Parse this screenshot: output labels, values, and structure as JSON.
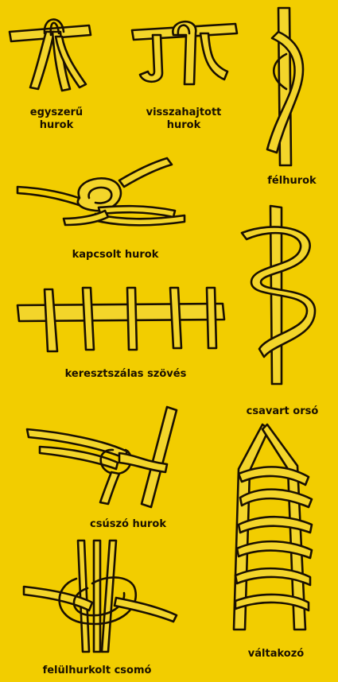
{
  "colors": {
    "background": "#f2cd00",
    "cane": "#f3d52a",
    "ink": "#1a1000"
  },
  "knots": [
    {
      "id": "egyszeru-hurok",
      "label": "egyszerű\nhurok"
    },
    {
      "id": "visszahajtott-hurok",
      "label": "visszahajtott\nhurok"
    },
    {
      "id": "felhurok",
      "label": "félhurok"
    },
    {
      "id": "kapcsolt-hurok",
      "label": "kapcsolt hurok"
    },
    {
      "id": "csavart-orso",
      "label": "csavart orsó"
    },
    {
      "id": "keresztszalas-szoves",
      "label": "keresztszálas szövés"
    },
    {
      "id": "csuszo-hurok",
      "label": "csúszó hurok"
    },
    {
      "id": "valtakozo",
      "label": "váltakozó"
    },
    {
      "id": "felulhurkolt-csomo",
      "label": "felülhurkolt csomó"
    }
  ]
}
